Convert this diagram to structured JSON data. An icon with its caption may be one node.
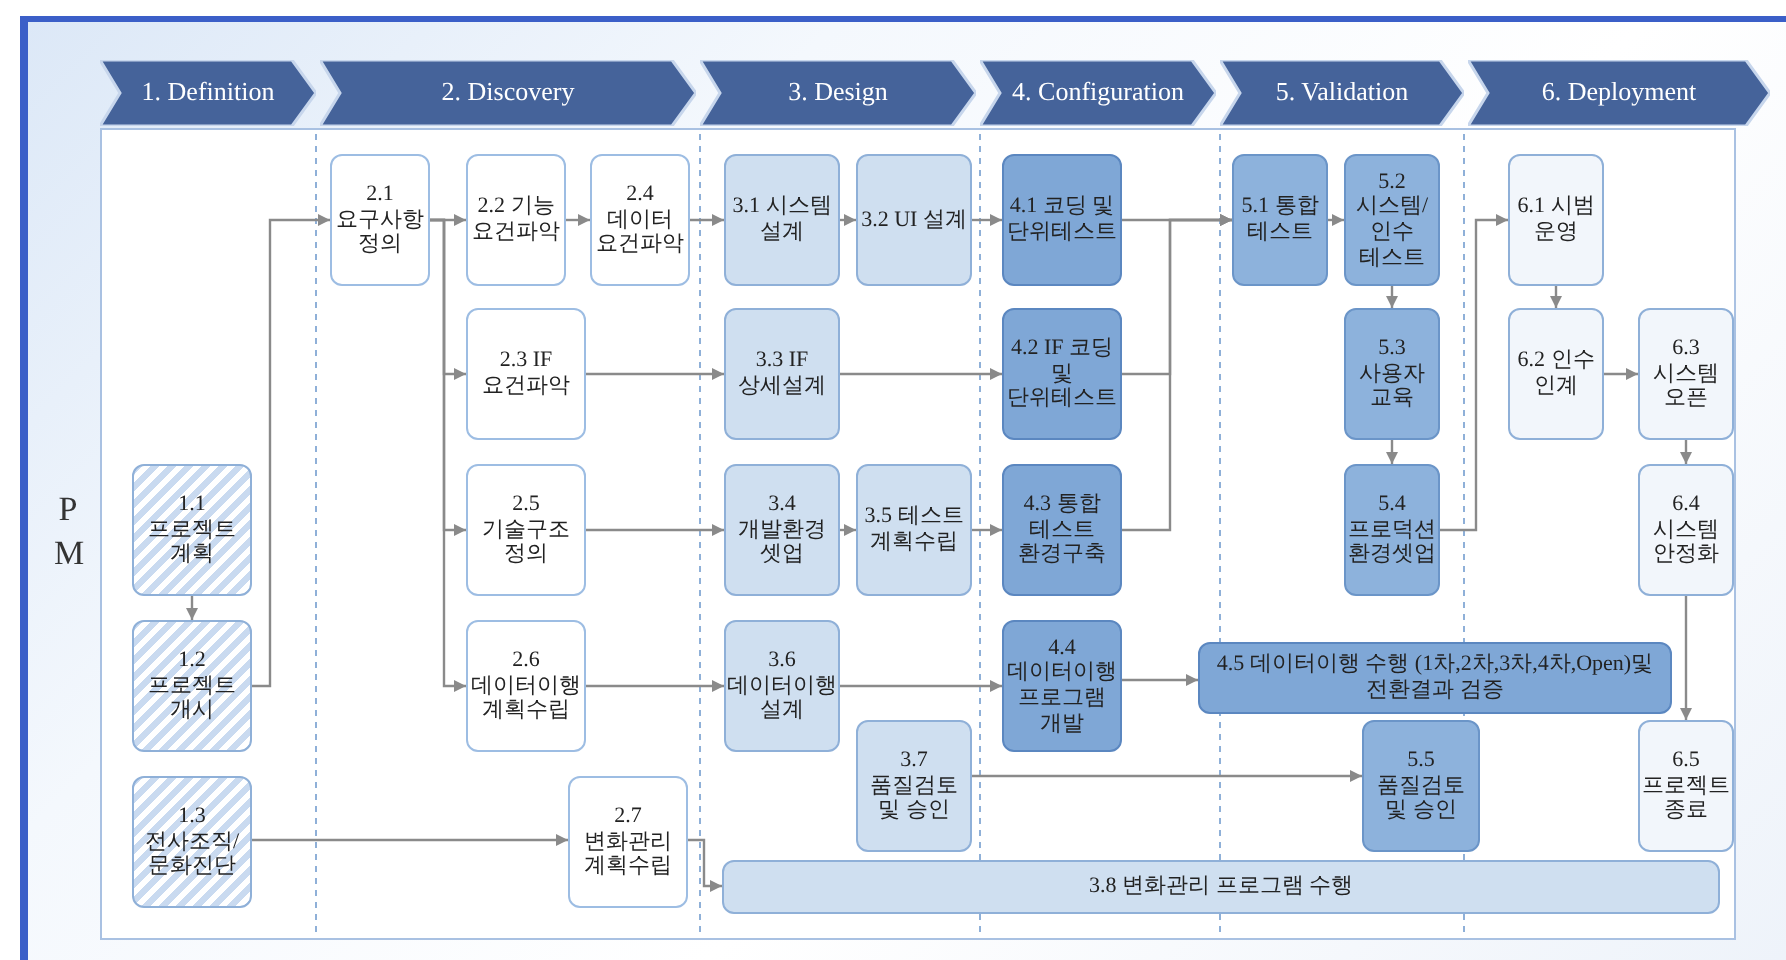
{
  "diagram": {
    "nodes": [
      {
        "text": [
          "1. Definition"
        ]
      },
      {
        "text": [
          "2. Discovery"
        ]
      },
      {
        "text": [
          "3. Design"
        ]
      },
      {
        "text": [
          "4. Configuration"
        ]
      },
      {
        "text": [
          "5. Validation"
        ]
      },
      {
        "text": [
          "6. Deployment"
        ]
      },
      {
        "text": [
          "1.1 프로젝트 계획"
        ]
      },
      {
        "text": [
          "1.2 프로젝트 개시"
        ]
      },
      {
        "text": [
          "1.3 전사조직/ 문화진단"
        ]
      },
      {
        "text": [
          "2.1 요구사항 정의"
        ]
      },
      {
        "text": [
          "2.2 기능 요건파악"
        ]
      },
      {
        "text": [
          "2.4 데이터 요건파악"
        ]
      },
      {
        "text": [
          "2.3 IF 요건파악"
        ]
      },
      {
        "text": [
          "2.5 기술구조 정의"
        ]
      },
      {
        "text": [
          "2.6 데이터이행 계획수립"
        ]
      },
      {
        "text": [
          "2.7 변화관리 계획수립"
        ]
      },
      {
        "text": [
          "3.1 시스템 설계"
        ]
      },
      {
        "text": [
          "3.2 UI 설계"
        ]
      },
      {
        "text": [
          "3.3 IF 상세설계"
        ]
      },
      {
        "text": [
          "3.4 개발환경 셋업"
        ]
      },
      {
        "text": [
          "3.5 테스트 계획수립"
        ]
      },
      {
        "text": [
          "3.6 데이터이행 설계"
        ]
      },
      {
        "text": [
          "3.7 품질검토 및 승인"
        ]
      },
      {
        "text": [
          "3.8 변화관리 프로그램 수행"
        ]
      },
      {
        "text": [
          "4.1 코딩 및 단위테스트"
        ]
      },
      {
        "text": [
          "4.2 IF 코딩 및 단위테스트"
        ]
      },
      {
        "text": [
          "4.3 통합 테스트 환경구축"
        ]
      },
      {
        "text": [
          "4.4 데이터이행 프로그램 개발"
        ]
      },
      {
        "text": [
          "4.5 데이터이행 수행 (1차,2차,3차,4차,Open)및 전환결과 검증"
        ]
      },
      {
        "text": [
          "5.1 통합 테스트"
        ]
      },
      {
        "text": [
          "5.2 시스템/ 인수 테스트"
        ]
      },
      {
        "text": [
          "5.3 사용자 교육"
        ]
      },
      {
        "text": [
          "5.4 프로덕션 환경셋업"
        ]
      },
      {
        "text": [
          "5.5 품질검토 및 승인"
        ]
      },
      {
        "text": [
          "6.1 시범 운영"
        ]
      },
      {
        "text": [
          "6.2 인수 인계"
        ]
      },
      {
        "text": [
          "6.3 시스템 오픈"
        ]
      },
      {
        "text": [
          "6.4 시스템 안정화"
        ]
      },
      {
        "text": [
          "6.5 프로젝트 종료"
        ]
      }
    ],
    "edges": [
      {
        "from": 6,
        "to": 7,
        "arrow": "to"
      },
      {
        "from": 7,
        "to": 9,
        "arrow": "to"
      },
      {
        "from": 9,
        "to": 10,
        "arrow": "to"
      },
      {
        "from": 9,
        "to": 12,
        "arrow": "to"
      },
      {
        "from": 9,
        "to": 13,
        "arrow": "to"
      },
      {
        "from": 9,
        "to": 14,
        "arrow": "to"
      },
      {
        "from": 10,
        "to": 11,
        "arrow": "to"
      },
      {
        "from": 11,
        "to": 16,
        "arrow": "to"
      },
      {
        "from": 16,
        "to": 17,
        "arrow": "to"
      },
      {
        "from": 17,
        "to": 24,
        "arrow": "to"
      },
      {
        "from": 12,
        "to": 18,
        "arrow": "to"
      },
      {
        "from": 18,
        "to": 25,
        "arrow": "to"
      },
      {
        "from": 13,
        "to": 19,
        "arrow": "to"
      },
      {
        "from": 19,
        "to": 20,
        "arrow": "to"
      },
      {
        "from": 20,
        "to": 26,
        "arrow": "to"
      },
      {
        "from": 14,
        "to": 21,
        "arrow": "to"
      },
      {
        "from": 21,
        "to": 27,
        "arrow": "to"
      },
      {
        "from": 27,
        "to": 28,
        "arrow": "to"
      },
      {
        "from": 8,
        "to": 15,
        "arrow": "to"
      },
      {
        "from": 15,
        "to": 23,
        "arrow": "to"
      },
      {
        "from": 22,
        "to": 33,
        "arrow": "to"
      },
      {
        "from": 24,
        "to": 29,
        "arrow": "to"
      },
      {
        "from": 25,
        "to": 29,
        "arrow": "to"
      },
      {
        "from": 26,
        "to": 29,
        "arrow": "to"
      },
      {
        "from": 29,
        "to": 30,
        "arrow": "to"
      },
      {
        "from": 30,
        "to": 31,
        "arrow": "to"
      },
      {
        "from": 31,
        "to": 32,
        "arrow": "to"
      },
      {
        "from": 32,
        "to": 34,
        "arrow": "to"
      },
      {
        "from": 34,
        "to": 35,
        "arrow": "to"
      },
      {
        "from": 35,
        "to": 36,
        "arrow": "to"
      },
      {
        "from": 36,
        "to": 37,
        "arrow": "to"
      },
      {
        "from": 37,
        "to": 38,
        "arrow": "to"
      }
    ],
    "labels": [
      "PM"
    ]
  }
}
